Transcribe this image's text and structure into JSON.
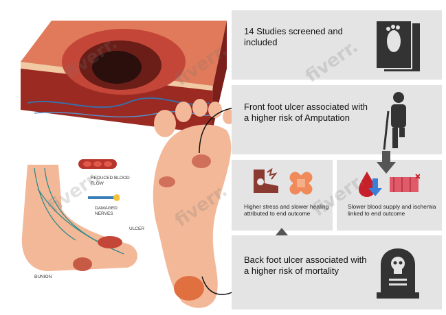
{
  "colors": {
    "panel_bg": "#e4e4e4",
    "icon_dark": "#333333",
    "wound_red": "#b7352c",
    "skin": "#f3b898",
    "vein_teal": "#2e8b8b"
  },
  "panels": {
    "studies": {
      "text": "14 Studies screened and included",
      "icon": "foot-document-icon"
    },
    "front_foot": {
      "text": "Front foot ulcer associated with a higher risk of Amputation",
      "icon": "amputee-with-crutch-icon"
    },
    "stress": {
      "text": "Higher stress and slower healing attributed to end outcome",
      "icons": [
        "stressed-foot-icon",
        "bandage-icon"
      ]
    },
    "blood": {
      "text": "Slower blood supply and ischemia linked to end outcome",
      "icons": [
        "blood-drop-down-arrow-icon",
        "blocked-vessel-icon"
      ]
    },
    "back_foot": {
      "text": "Back foot ulcer associated with a higher risk of mortality",
      "icon": "tombstone-skull-icon"
    }
  },
  "foot_labels": {
    "reduced_blood_flow": "REDUCED BLOOD FLOW",
    "damaged_nerves": "DAMAGED NERVES",
    "ulcer": "ULCER",
    "bunion": "BUNION"
  },
  "watermark": "fiverr."
}
